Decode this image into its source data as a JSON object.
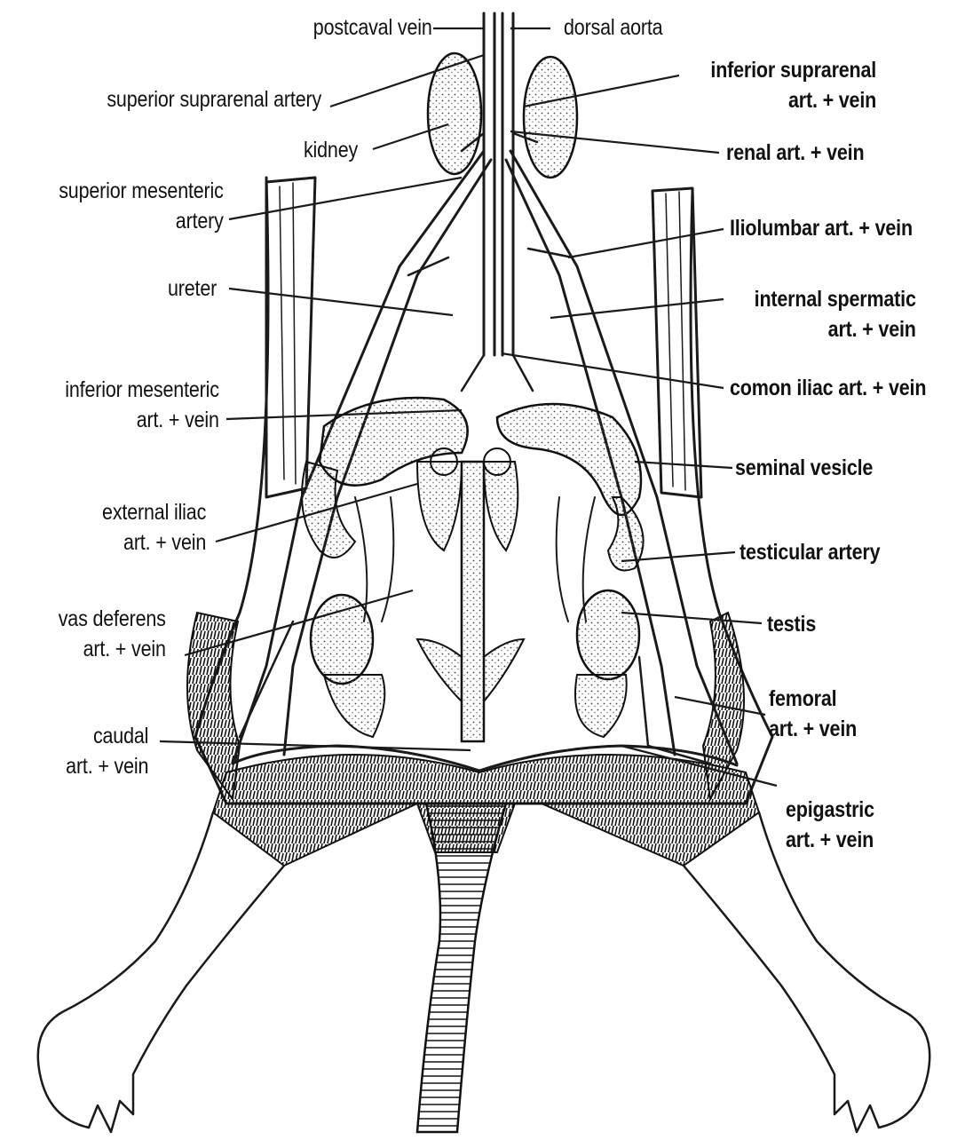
{
  "labels": {
    "postcaval_vein": "postcaval vein",
    "dorsal_aorta": "dorsal aorta",
    "superior_suprarenal_artery": "superior suprarenal artery",
    "inferior_suprarenal": [
      "inferior suprarenal",
      "art. + vein"
    ],
    "kidney": "kidney",
    "renal": "renal art. + vein",
    "superior_mesenteric": [
      "superior mesenteric",
      "artery"
    ],
    "iliolumbar": "Iliolumbar art. + vein",
    "ureter": "ureter",
    "internal_spermatic": [
      "internal spermatic",
      "art. + vein"
    ],
    "inferior_mesenteric": [
      "inferior mesenteric",
      "art. + vein"
    ],
    "common_iliac": "comon iliac art. + vein",
    "seminal_vesicle": "seminal vesicle",
    "external_iliac": [
      "external iliac",
      "art. + vein"
    ],
    "testicular_artery": "testicular artery",
    "vas_deferens": [
      "vas deferens",
      "art. + vein"
    ],
    "testis": "testis",
    "femoral": [
      "femoral",
      "art. + vein"
    ],
    "caudal": [
      "caudal",
      "art. + vein"
    ],
    "epigastric": [
      "epigastric",
      "art. + vein"
    ]
  }
}
